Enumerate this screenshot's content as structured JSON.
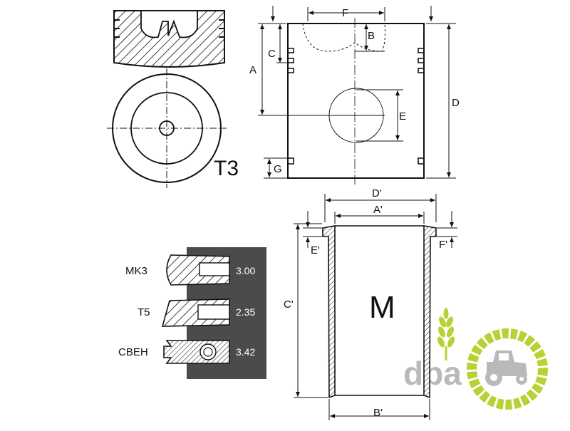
{
  "piston": {
    "code": "T3",
    "dims": {
      "a": "A",
      "b": "B",
      "c": "C",
      "d": "D",
      "e": "E",
      "f": "F",
      "g": "G"
    }
  },
  "liner": {
    "code": "M",
    "dims": {
      "a": "A'",
      "b": "B'",
      "c": "C'",
      "d": "D'",
      "e": "E'",
      "f": "F'"
    }
  },
  "rings": [
    {
      "type": "MK3",
      "value": "3.00"
    },
    {
      "type": "T5",
      "value": "2.35"
    },
    {
      "type": "CBEH",
      "value": "3.42"
    }
  ],
  "logo": {
    "text": "dpa"
  },
  "colors": {
    "ring_panel": "#4b4b4b",
    "logo_green": "#b5d334",
    "logo_gray": "#b9b9b9",
    "line": "#111111"
  }
}
